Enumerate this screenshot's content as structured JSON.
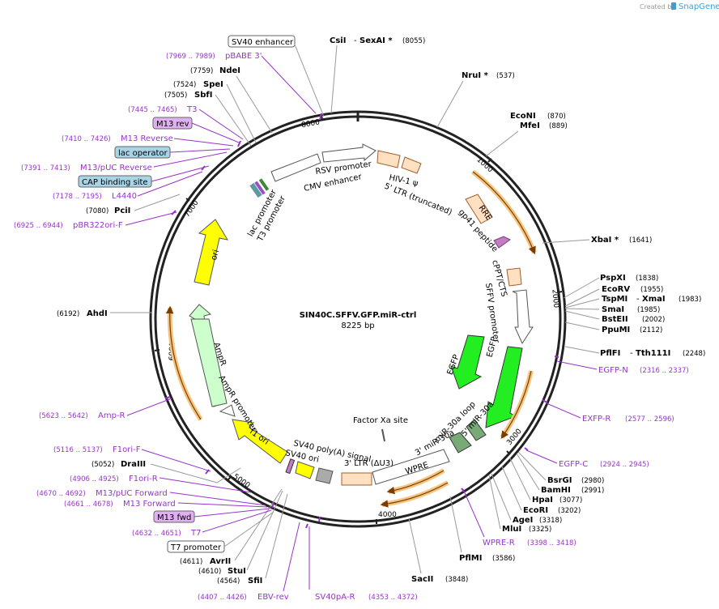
{
  "header": {
    "brand_prefix": "Created by",
    "brand_name": "SnapGene"
  },
  "plasmid": {
    "name": "SIN40C.SFFV.GFP.miR-ctrl",
    "length": "8225 bp"
  },
  "ticks": [
    "1000",
    "2000",
    "3000",
    "4000",
    "5000",
    "6000",
    "7000",
    "8000"
  ],
  "features": {
    "sv40_enhancer": "SV40 enhancer",
    "rsv_promoter": "RSV promoter",
    "cmv_enhancer": "CMV enhancer",
    "hiv_psi": "HIV-1 ψ",
    "ltr5": "5' LTR (truncated)",
    "rre": "RRE",
    "gp41": "gp41 peptide",
    "cppt": "cPPT/CTS",
    "sffv": "SFFV promoter",
    "egfp1": "EGFP",
    "egfp2": "EGFP",
    "mir_loop": "miR-30a loop",
    "mir5": "5' miR-30a",
    "mir3": "3' miR-30a",
    "factor_xa": "Factor Xa site",
    "wpre": "WPRE",
    "ltr3": "3' LTR (ΔU3)",
    "sv40_polya": "SV40 poly(A) signal",
    "sv40_ori": "SV40 ori",
    "f1_ori": "f1 ori",
    "ampr_promoter": "AmpR promoter",
    "ampr": "AmpR",
    "ori": "ori",
    "lac_promoter": "lac promoter",
    "t3_promoter": "T3 promoter"
  },
  "sites": {
    "csii": "CsiI",
    "sexai": "SexAI *",
    "sexai_pos": "(8055)",
    "nrui": "NruI *",
    "nrui_pos": "(537)",
    "econi": "EcoNI",
    "econi_pos": "(870)",
    "mfei": "MfeI",
    "mfei_pos": "(889)",
    "xbai_star": "XbaI *",
    "xbai_star_pos": "(1641)",
    "pspxi": "PspXI",
    "pspxi_pos": "(1838)",
    "ecorv": "EcoRV",
    "ecorv_pos": "(1955)",
    "tspmi": "TspMI",
    "xmai": "XmaI",
    "tspmi_pos": "(1983)",
    "smai": "SmaI",
    "smai_pos": "(1985)",
    "bsteii": "BstEII",
    "bsteii_pos": "(2002)",
    "ppumi": "PpuMI",
    "ppumi_pos": "(2112)",
    "pflfi": "PflFI",
    "tth111i": "Tth111I",
    "pflfi_pos": "(2248)",
    "bsrgi": "BsrGI",
    "bsrgi_pos": "(2980)",
    "bamhi": "BamHI",
    "bamhi_pos": "(2991)",
    "hpai": "HpaI",
    "hpai_pos": "(3077)",
    "ecori": "EcoRI",
    "ecori_pos": "(3202)",
    "agei": "AgeI",
    "agei_pos": "(3318)",
    "mlui": "MluI",
    "mlui_pos": "(3325)",
    "pflmi": "PflMI",
    "pflmi_pos": "(3586)",
    "sacii": "SacII",
    "sacii_pos": "(3848)",
    "sfii": "SfiI",
    "sfii_pos": "(4564)",
    "stui": "StuI",
    "stui_pos": "(4610)",
    "avrii": "AvrII",
    "avrii_pos": "(4611)",
    "draiii": "DraIII",
    "draiii_pos": "(5052)",
    "ahdi": "AhdI",
    "ahdi_pos": "(6192)",
    "pcii": "PciI",
    "pcii_pos": "(7080)",
    "sbfi": "SbfI",
    "sbfi_pos": "(7505)",
    "spei": "SpeI",
    "spei_pos": "(7524)",
    "ndei": "NdeI",
    "ndei_pos": "(7759)"
  },
  "primers": {
    "pbabe3": "pBABE 3'",
    "pbabe3_pos": "(7969 .. 7989)",
    "t3": "T3",
    "t3_pos": "(7445 .. 7465)",
    "m13rev": "M13 rev",
    "m13reverse": "M13 Reverse",
    "m13reverse_pos": "(7410 .. 7426)",
    "lacop": "lac operator",
    "m13puc_rev": "M13/pUC Reverse",
    "m13puc_rev_pos": "(7391 .. 7413)",
    "cap": "CAP binding site",
    "l4440": "L4440",
    "l4440_pos": "(7178 .. 7195)",
    "pbr322": "pBR322ori-F",
    "pbr322_pos": "(6925 .. 6944)",
    "egfpn": "EGFP-N",
    "egfpn_pos": "(2316 .. 2337)",
    "exfpr": "EXFP-R",
    "exfpr_pos": "(2577 .. 2596)",
    "egfpc": "EGFP-C",
    "egfpc_pos": "(2924 .. 2945)",
    "wprer": "WPRE-R",
    "wprer_pos": "(3398 .. 3418)",
    "sv40par": "SV40pA-R",
    "sv40par_pos": "(4353 .. 4372)",
    "ebvrev": "EBV-rev",
    "ebvrev_pos": "(4407 .. 4426)",
    "t7": "T7",
    "t7_pos": "(4632 .. 4651)",
    "t7prom": "T7 promoter",
    "m13fwd": "M13 fwd",
    "m13forward": "M13 Forward",
    "m13forward_pos": "(4661 .. 4678)",
    "m13puc_fwd": "M13/pUC Forward",
    "m13puc_fwd_pos": "(4670 .. 4692)",
    "f1orir": "F1ori-R",
    "f1orir_pos": "(4906 .. 4925)",
    "f1orif": "F1ori-F",
    "f1orif_pos": "(5116 .. 5137)",
    "ampr_primer": "Amp-R",
    "ampr_primer_pos": "(5623 .. 5642)"
  },
  "colors": {
    "backbone": "#222222",
    "orange": "#f5a623",
    "green": "#22ee22",
    "lightgreen": "#ccffcc",
    "yellow": "#ffff00",
    "peach": "#ffe0c0",
    "mirgreen": "#77aa77",
    "primer": "#9933cc",
    "lacop_fill": "#a8d4e6",
    "m13_fill": "#e0b0f0"
  }
}
